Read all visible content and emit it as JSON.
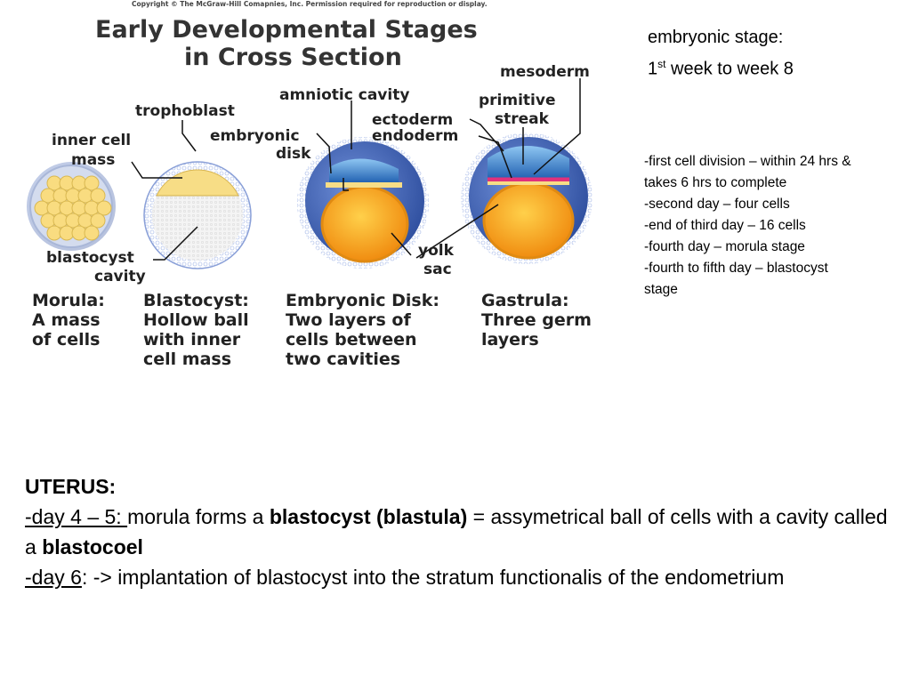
{
  "figure": {
    "copyright": "Copyright © The McGraw-Hill Comapnies, Inc. Permission required for reproduction or display.",
    "title_line1": "Early Developmental Stages",
    "title_line2": "in Cross Section",
    "labels": {
      "inner_cell_mass_1": "inner cell",
      "inner_cell_mass_2": "mass",
      "trophoblast": "trophoblast",
      "blastocyst_cavity_1": "blastocyst",
      "blastocyst_cavity_2": "cavity",
      "amniotic_cavity": "amniotic cavity",
      "embryonic_disk_1": "embryonic",
      "embryonic_disk_2": "disk",
      "ectoderm": "ectoderm",
      "endoderm": "endoderm",
      "yolk_sac_1": "yolk",
      "yolk_sac_2": "sac",
      "mesoderm": "mesoderm",
      "primitive_streak_1": "primitive",
      "primitive_streak_2": "streak"
    },
    "captions": {
      "morula": [
        "Morula:",
        "A mass",
        "of cells"
      ],
      "blastocyst": [
        "Blastocyst:",
        "Hollow ball",
        "with inner",
        "cell mass"
      ],
      "embryonic_disk": [
        "Embryonic Disk:",
        "Two layers of",
        "cells between",
        "two cavities"
      ],
      "gastrula": [
        "Gastrula:",
        "Three germ",
        "layers"
      ]
    },
    "colors": {
      "outer_blue": "#3f5fb5",
      "inner_light": "#f7f7f7",
      "yolk": "#f4a41c",
      "cell_yellow": "#f9dc80",
      "amnion_blue": "#2f6fc0",
      "mesoderm_pink": "#e0317c"
    }
  },
  "side": {
    "line1": "embryonic stage:",
    "line2_num": "1",
    "line2_sup": "st",
    "line2_rest": " week to week 8"
  },
  "notes": [
    "-first cell division – within 24 hrs &",
    "takes 6 hrs to complete",
    "-second day – four cells",
    "-end of third day – 16 cells",
    "-fourth day – morula stage",
    "-fourth to fifth day – blastocyst",
    "stage"
  ],
  "bottom": {
    "heading": "UTERUS:",
    "p1_underlined": "-day 4 – 5: ",
    "p1_a": "morula forms a ",
    "p1_bold1": "blastocyst (blastula)",
    "p1_b": " = assymetrical ball of cells with a cavity called a ",
    "p1_bold2": "blastocoel",
    "p2_underlined": "-day 6",
    "p2_rest": ": -> implantation of blastocyst into the stratum functionalis of the endometrium"
  }
}
